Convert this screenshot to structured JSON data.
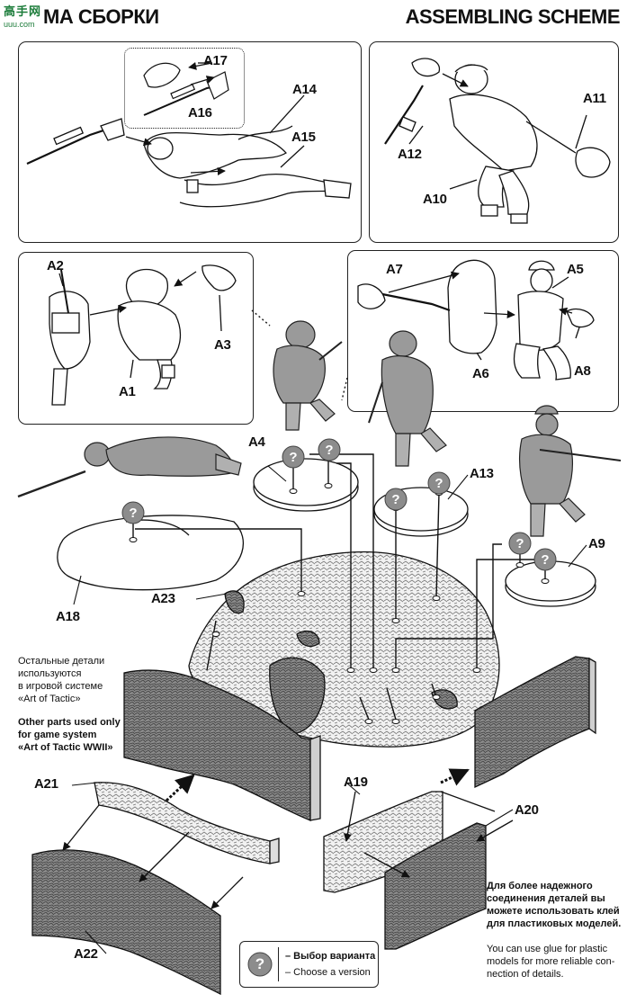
{
  "header": {
    "logo_mark": "高手网",
    "logo_url": "uuu.com",
    "title_ru": "МА СБОРКИ",
    "title_en": "ASSEMBLING SCHEME"
  },
  "labels": {
    "a1": "A1",
    "a2": "A2",
    "a3": "A3",
    "a4": "A4",
    "a5": "A5",
    "a6": "A6",
    "a7": "A7",
    "a8": "A8",
    "a9": "A9",
    "a10": "A10",
    "a11": "A11",
    "a12": "A12",
    "a13": "A13",
    "a14": "A14",
    "a15": "A15",
    "a16": "A16",
    "a17": "A17",
    "a18": "A18",
    "a19": "A19",
    "a20": "A20",
    "a21": "A21",
    "a22": "A22",
    "a23": "A23"
  },
  "notes": {
    "other_ru_1": "Остальные детали",
    "other_ru_2": "используются",
    "other_ru_3": "в игровой системе",
    "other_ru_4": "«Art of Tactic»",
    "other_en_1": "Other parts used only",
    "other_en_2": "for game system",
    "other_en_3": "«Art of Tactic WWII»",
    "glue_ru_1": "Для более надежного",
    "glue_ru_2": "соединения деталей вы",
    "glue_ru_3": "можете использовать клей",
    "glue_ru_4": "для пластиковых моделей.",
    "glue_en_1": "You can use glue for plastic",
    "glue_en_2": "models for more reliable con-",
    "glue_en_3": "nection of details."
  },
  "legend": {
    "symbol": "?",
    "ru": "– Выбор варианта",
    "en": "– Choose a version"
  },
  "badge_symbol": "?"
}
